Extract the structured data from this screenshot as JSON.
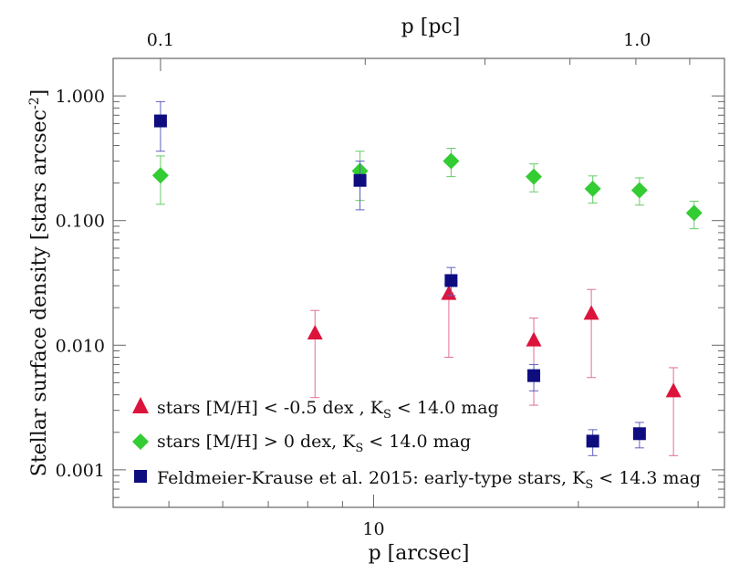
{
  "chart_data": {
    "type": "scatter",
    "x_scale": "log",
    "y_scale": "log",
    "xlabel": "p [arcsec]",
    "ylabel": "Stellar surface density  [stars arcsec",
    "ylabel_sup": "-2",
    "ylabel_end": "]",
    "top_xlabel": "p [pc]",
    "xlim": [
      4.14,
      32.8
    ],
    "ylim": [
      0.0005,
      2.0
    ],
    "grid": false,
    "legend_position": "bottom-left",
    "x_ticks": [
      {
        "value": 10,
        "label": "10"
      }
    ],
    "top_ticks": [
      {
        "value": 0.1,
        "label": "0.1",
        "x_arcsec": 4.86
      },
      {
        "value": 1.0,
        "label": "1.0",
        "x_arcsec": 24.4
      }
    ],
    "y_ticks": [
      {
        "value": 1.0,
        "label": "1.000"
      },
      {
        "value": 0.1,
        "label": "0.100"
      },
      {
        "value": 0.01,
        "label": "0.010"
      },
      {
        "value": 0.001,
        "label": "0.001"
      }
    ],
    "series": [
      {
        "legend_main": "stars [M/H] < -0.5 dex , K",
        "legend_sub": "S",
        "legend_tail": " < 14.0 mag",
        "marker": "triangle",
        "color": "#dc143c",
        "error_color": "#e07090",
        "points": [
          {
            "x": 8.2,
            "y": 0.0125,
            "ylo": 0.0038,
            "yhi": 0.019
          },
          {
            "x": 12.9,
            "y": 0.026,
            "ylo": 0.008,
            "yhi": 0.031
          },
          {
            "x": 17.2,
            "y": 0.011,
            "ylo": 0.0033,
            "yhi": 0.0165
          },
          {
            "x": 20.9,
            "y": 0.018,
            "ylo": 0.0055,
            "yhi": 0.028
          },
          {
            "x": 27.6,
            "y": 0.0043,
            "ylo": 0.0013,
            "yhi": 0.0066
          }
        ]
      },
      {
        "legend_main": "stars [M/H] > 0 dex, K",
        "legend_sub": "S",
        "legend_tail": " < 14.0 mag",
        "marker": "diamond",
        "color": "#33cc33",
        "error_color": "#66cc66",
        "points": [
          {
            "x": 4.86,
            "y": 0.23,
            "ylo": 0.135,
            "yhi": 0.33
          },
          {
            "x": 9.55,
            "y": 0.25,
            "ylo": 0.145,
            "yhi": 0.36
          },
          {
            "x": 13.0,
            "y": 0.3,
            "ylo": 0.225,
            "yhi": 0.38
          },
          {
            "x": 17.2,
            "y": 0.225,
            "ylo": 0.17,
            "yhi": 0.285
          },
          {
            "x": 21.0,
            "y": 0.18,
            "ylo": 0.138,
            "yhi": 0.228
          },
          {
            "x": 24.6,
            "y": 0.175,
            "ylo": 0.133,
            "yhi": 0.22
          },
          {
            "x": 29.6,
            "y": 0.115,
            "ylo": 0.086,
            "yhi": 0.143
          }
        ]
      },
      {
        "legend_main": "Feldmeier-Krause et al. 2015: early-type stars, K",
        "legend_sub": "S",
        "legend_tail": " < 14.3 mag",
        "marker": "square",
        "color": "#0d0d80",
        "error_color": "#6060c0",
        "points": [
          {
            "x": 4.86,
            "y": 0.63,
            "ylo": 0.36,
            "yhi": 0.9
          },
          {
            "x": 9.55,
            "y": 0.21,
            "ylo": 0.122,
            "yhi": 0.3
          },
          {
            "x": 13.0,
            "y": 0.033,
            "ylo": 0.025,
            "yhi": 0.042
          },
          {
            "x": 17.2,
            "y": 0.0057,
            "ylo": 0.0043,
            "yhi": 0.007
          },
          {
            "x": 21.0,
            "y": 0.0017,
            "ylo": 0.0013,
            "yhi": 0.0021
          },
          {
            "x": 24.6,
            "y": 0.00195,
            "ylo": 0.0015,
            "yhi": 0.0024
          }
        ]
      }
    ]
  }
}
